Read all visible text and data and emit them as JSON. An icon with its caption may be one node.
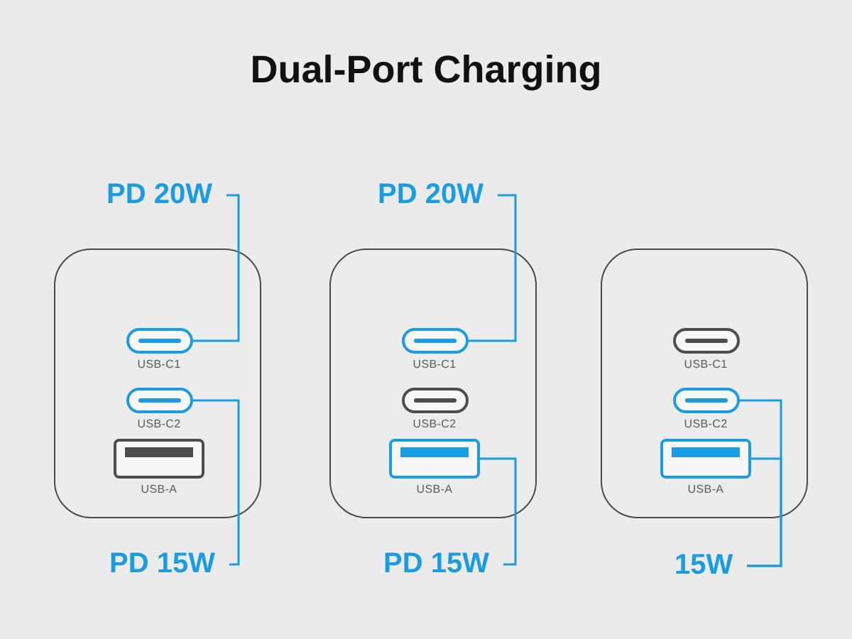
{
  "diagram": {
    "title": "Dual-Port Charging",
    "nodes": [
      {
        "text": [
          "PD 20W"
        ]
      },
      {
        "text": [
          "PD 20W"
        ]
      },
      {
        "text": [],
        "shape": "box"
      },
      {
        "text": [
          "USB-C1"
        ],
        "in": 2
      },
      {
        "text": [
          "USB-C2"
        ],
        "in": 2
      },
      {
        "text": [
          "USB-A"
        ],
        "in": 2
      },
      {
        "text": [],
        "shape": "box"
      },
      {
        "text": [
          "USB-C1"
        ],
        "in": 6
      },
      {
        "text": [
          "USB-C2"
        ],
        "in": 6
      },
      {
        "text": [
          "USB-A"
        ],
        "in": 6
      },
      {
        "text": [],
        "shape": "box"
      },
      {
        "text": [
          "USB-C1"
        ],
        "in": 10
      },
      {
        "text": [
          "USB-C2"
        ],
        "in": 10
      },
      {
        "text": [
          "USB-A"
        ],
        "in": 10
      },
      {
        "text": [
          "PD 15W"
        ]
      },
      {
        "text": [
          "PD 15W"
        ]
      },
      {
        "text": [
          "15W"
        ]
      }
    ],
    "edges": [
      {
        "from": 0,
        "to": 3,
        "arrow": "none"
      },
      {
        "from": 14,
        "to": 4,
        "arrow": "none"
      },
      {
        "from": 1,
        "to": 7,
        "arrow": "none"
      },
      {
        "from": 15,
        "to": 9,
        "arrow": "none"
      },
      {
        "from": 16,
        "to": 12,
        "arrow": "none"
      },
      {
        "from": 16,
        "to": 13,
        "arrow": "none"
      }
    ]
  }
}
